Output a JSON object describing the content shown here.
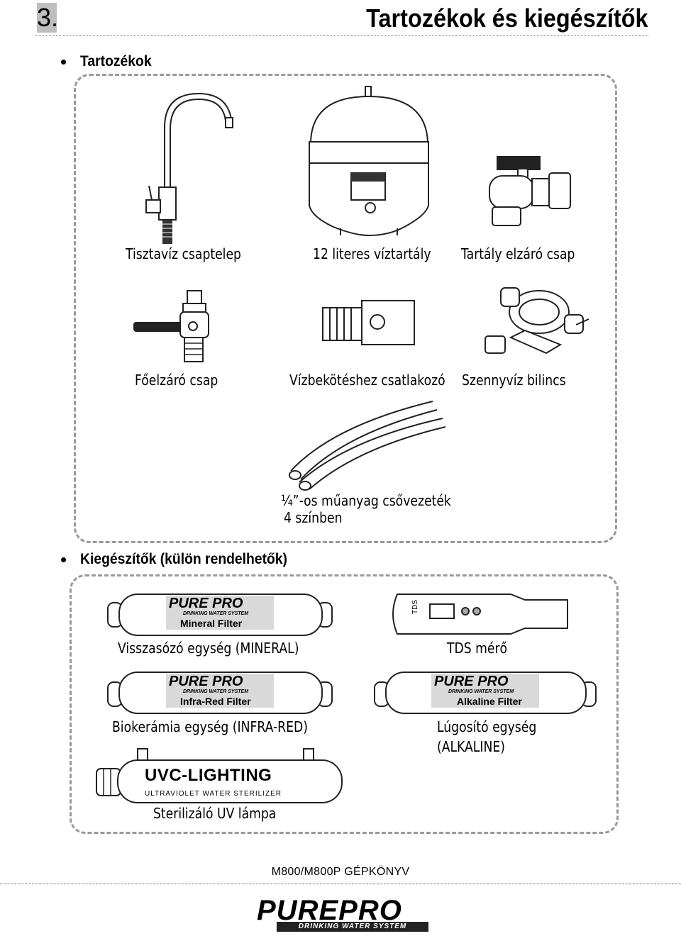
{
  "header": {
    "section_number": "3.",
    "title": "Tartozékok és kiegészítők"
  },
  "sections": [
    {
      "title": "Tartozékok"
    },
    {
      "title": "Kiegészítők (külön rendelhetők)"
    }
  ],
  "accessories": [
    {
      "label": "Tisztavíz csaptelep",
      "icon": "faucet-icon"
    },
    {
      "label": "12 literes víztartály",
      "icon": "water-tank-icon"
    },
    {
      "label": "Tartály elzáró csap",
      "icon": "tank-valve-icon"
    },
    {
      "label": "Főelzáró csap",
      "icon": "main-valve-icon"
    },
    {
      "label": "Vízbekötéshez csatlakozó",
      "icon": "connector-icon"
    },
    {
      "label": "Szennyvíz bilincs",
      "icon": "drain-clamp-icon"
    },
    {
      "label_line1": "¼”-os műanyag csővezeték",
      "label_line2": "4 színben",
      "icon": "tubing-icon"
    }
  ],
  "extras": [
    {
      "label": "Visszasózó egység (MINERAL)",
      "brand": "PURE PRO",
      "tagline": "DRINKING WATER SYSTEM",
      "filter_text": "Mineral Filter"
    },
    {
      "label": "TDS mérő",
      "meter_text": "TDS"
    },
    {
      "label": "Biokerámia egység (INFRA-RED)",
      "brand": "PURE PRO",
      "tagline": "DRINKING WATER SYSTEM",
      "filter_text": "Infra-Red Filter"
    },
    {
      "label_line1": "Lúgosító egység",
      "label_line2": "(ALKALINE)",
      "brand": "PURE PRO",
      "tagline": "DRINKING WATER SYSTEM",
      "filter_text": "Alkaline Filter"
    },
    {
      "label": "Sterilizáló UV lámpa",
      "uv_title": "UVC-LIGHTING",
      "uv_sub": "ULTRAVIOLET WATER STERILIZER"
    }
  ],
  "footer": {
    "manual": "M800/M800P GÉPKÖNYV",
    "logo_text": "PUREPRO",
    "logo_tagline": "DRINKING WATER SYSTEM"
  }
}
